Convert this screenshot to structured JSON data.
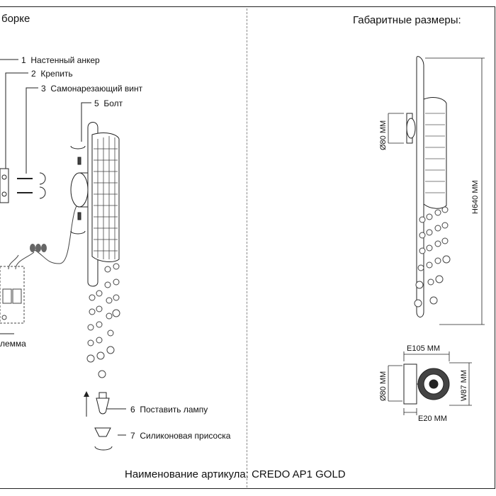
{
  "sections": {
    "left_title": "борке",
    "right_title": "Габаритные размеры:"
  },
  "parts": [
    {
      "num": "1",
      "label": "Настенный анкер"
    },
    {
      "num": "2",
      "label": "Крепить"
    },
    {
      "num": "3",
      "label": "Самонарезающий винт"
    },
    {
      "num": "5",
      "label": "Болт"
    },
    {
      "num": "6",
      "label": "Поставить лампу"
    },
    {
      "num": "7",
      "label": "Силиконовая присоска"
    }
  ],
  "terminal_label": "лемма",
  "dimensions": {
    "height": "H640 MM",
    "depth_side": "Ø80 MM",
    "width_top": "E105 MM",
    "depth_top": "Ø80 MM",
    "width_w": "W87 MM",
    "bottom": "E20 MM"
  },
  "footer": "Наименование артикула: CREDO AP1 GOLD",
  "colors": {
    "line": "#222222",
    "crystal": "#555555",
    "divider": "#888888"
  }
}
